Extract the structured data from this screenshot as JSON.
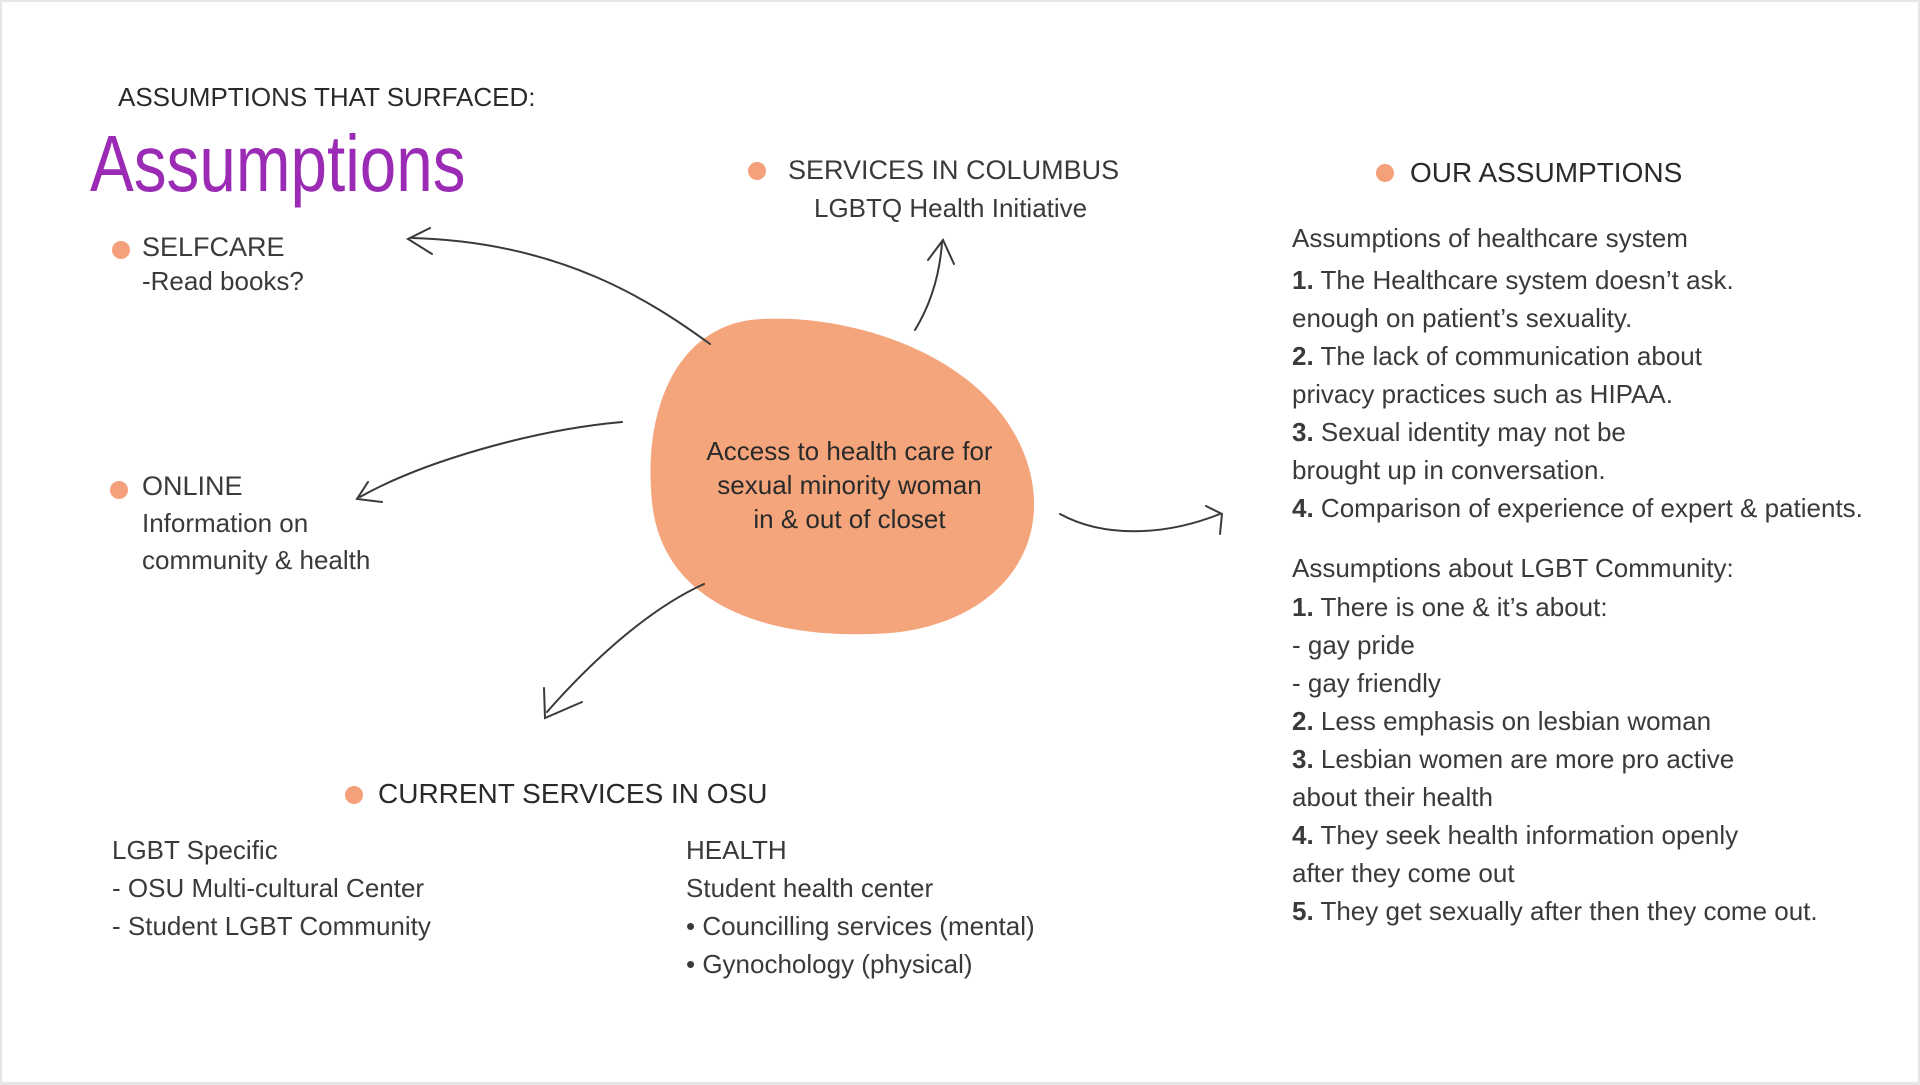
{
  "slide": {
    "subtitle": "ASSUMPTIONS THAT SURFACED:",
    "title": "Assumptions",
    "title_color": "#9b2bb5",
    "accent_color": "#f4a07a"
  },
  "center": {
    "line1": "Access to health care for",
    "line2": "sexual minority woman",
    "line3": "in & out of closet"
  },
  "selfcare": {
    "heading": "SELFCARE",
    "detail": "-Read books?"
  },
  "online": {
    "heading": "ONLINE",
    "line1": "Information on",
    "line2": "community & health"
  },
  "columbus": {
    "heading": "SERVICES IN COLUMBUS",
    "detail": "LGBTQ Health Initiative"
  },
  "osu": {
    "heading": "CURRENT SERVICES IN OSU",
    "lgbt": {
      "title": "LGBT Specific",
      "items": [
        "- OSU Multi-cultural Center",
        "- Student LGBT Community"
      ]
    },
    "health": {
      "title": "HEALTH",
      "subtitle": "Student health center",
      "items": [
        "• Councilling services (mental)",
        "• Gynochology (physical)"
      ]
    }
  },
  "our_assumptions": {
    "heading": "OUR ASSUMPTIONS",
    "healthcare": {
      "title": "Assumptions of healthcare system",
      "items": [
        {
          "num": "1.",
          "lines": [
            "The Healthcare system doesn’t ask.",
            "enough on patient’s sexuality."
          ]
        },
        {
          "num": "2.",
          "lines": [
            "The lack of communication about",
            "privacy practices such as HIPAA."
          ]
        },
        {
          "num": "3.",
          "lines": [
            "Sexual identity may not be",
            "brought up in conversation."
          ]
        },
        {
          "num": "4.",
          "lines": [
            "Comparison of experience of expert & patients."
          ]
        }
      ]
    },
    "community": {
      "title": "Assumptions about LGBT Community:",
      "item1": {
        "num": "1.",
        "text": "There is one & it’s about:",
        "sub": [
          "- gay pride",
          "- gay friendly"
        ]
      },
      "items": [
        {
          "num": "2.",
          "lines": [
            "Less emphasis on lesbian woman"
          ]
        },
        {
          "num": "3.",
          "lines": [
            "Lesbian women are more pro active",
            "about their health"
          ]
        },
        {
          "num": "4.",
          "lines": [
            "They seek health information openly",
            "after they come out"
          ]
        },
        {
          "num": "5.",
          "lines": [
            "They get sexually after then they come out."
          ]
        }
      ]
    }
  }
}
